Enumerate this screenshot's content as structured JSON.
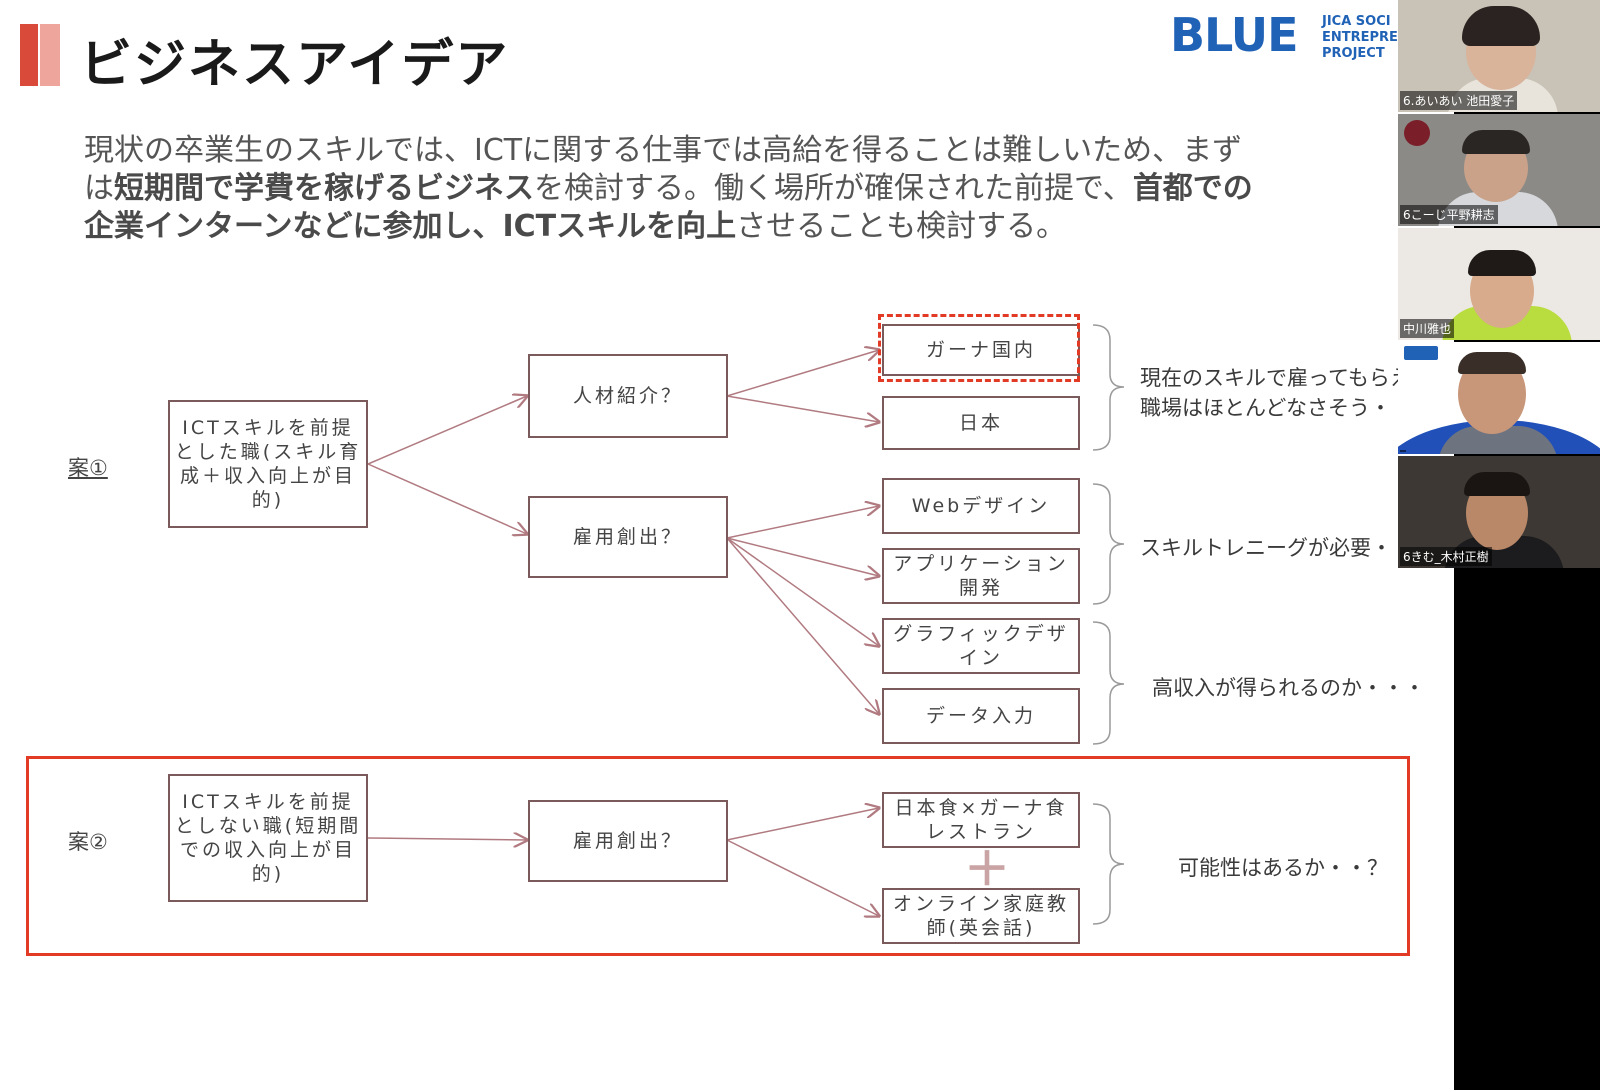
{
  "slide": {
    "title": "ビジネスアイデア",
    "logo": {
      "word": "BLUE",
      "lines": [
        "JICA SOCI",
        "ENTREPRE",
        "PROJECT"
      ]
    },
    "intro": {
      "l1": "現状の卒業生のスキルでは、ICTに関する仕事では高給を得ることは難しいため、まず",
      "l2a": "は",
      "l2b": "短期間で学費を稼げるビジネス",
      "l2c": "を検討する。働く場所が確保された前提で、",
      "l2d": "首都での",
      "l3a": "企業インターンなどに参加し、ICTスキルを向上",
      "l3b": "させることも検討する。"
    },
    "plan1": {
      "label": "案①",
      "root": "ICTスキルを前提とした職(スキル育成＋収入向上が目的)",
      "mid1": "人材紹介？",
      "mid2": "雇用創出？",
      "leaf_ghana": "ガーナ国内",
      "leaf_japan": "日本",
      "leaf_web": "Webデザイン",
      "leaf_app": "アプリケーション開発",
      "leaf_graphic": "グラフィックデザイン",
      "leaf_data": "データ入力",
      "note1_l1": "現在のスキルで雇ってもらえ",
      "note1_l2": "職場はほとんどなさそう・・・・",
      "note2": "スキルトレニーグが必要・・",
      "note3": "高収入が得られるのか・・・"
    },
    "plan2": {
      "label": "案②",
      "root": "ICTスキルを前提としない職(短期間での収入向上が目的)",
      "mid": "雇用創出？",
      "leaf_restaurant": "日本食×ガーナ食レストラン",
      "plus": "＋",
      "leaf_online": "オンライン家庭教師(英会話)",
      "note": "可能性はあるか・・？"
    }
  },
  "participants": [
    {
      "name": "6.あいあい 池田愛子"
    },
    {
      "name": "6こーじ平野耕志"
    },
    {
      "name": "中川雅也"
    },
    {
      "name": ""
    },
    {
      "name": "6きむ_木村正樹"
    }
  ],
  "colors": {
    "accent_red": "#e23a25",
    "logo_blue": "#1f62b6",
    "line": "#b07a80"
  }
}
